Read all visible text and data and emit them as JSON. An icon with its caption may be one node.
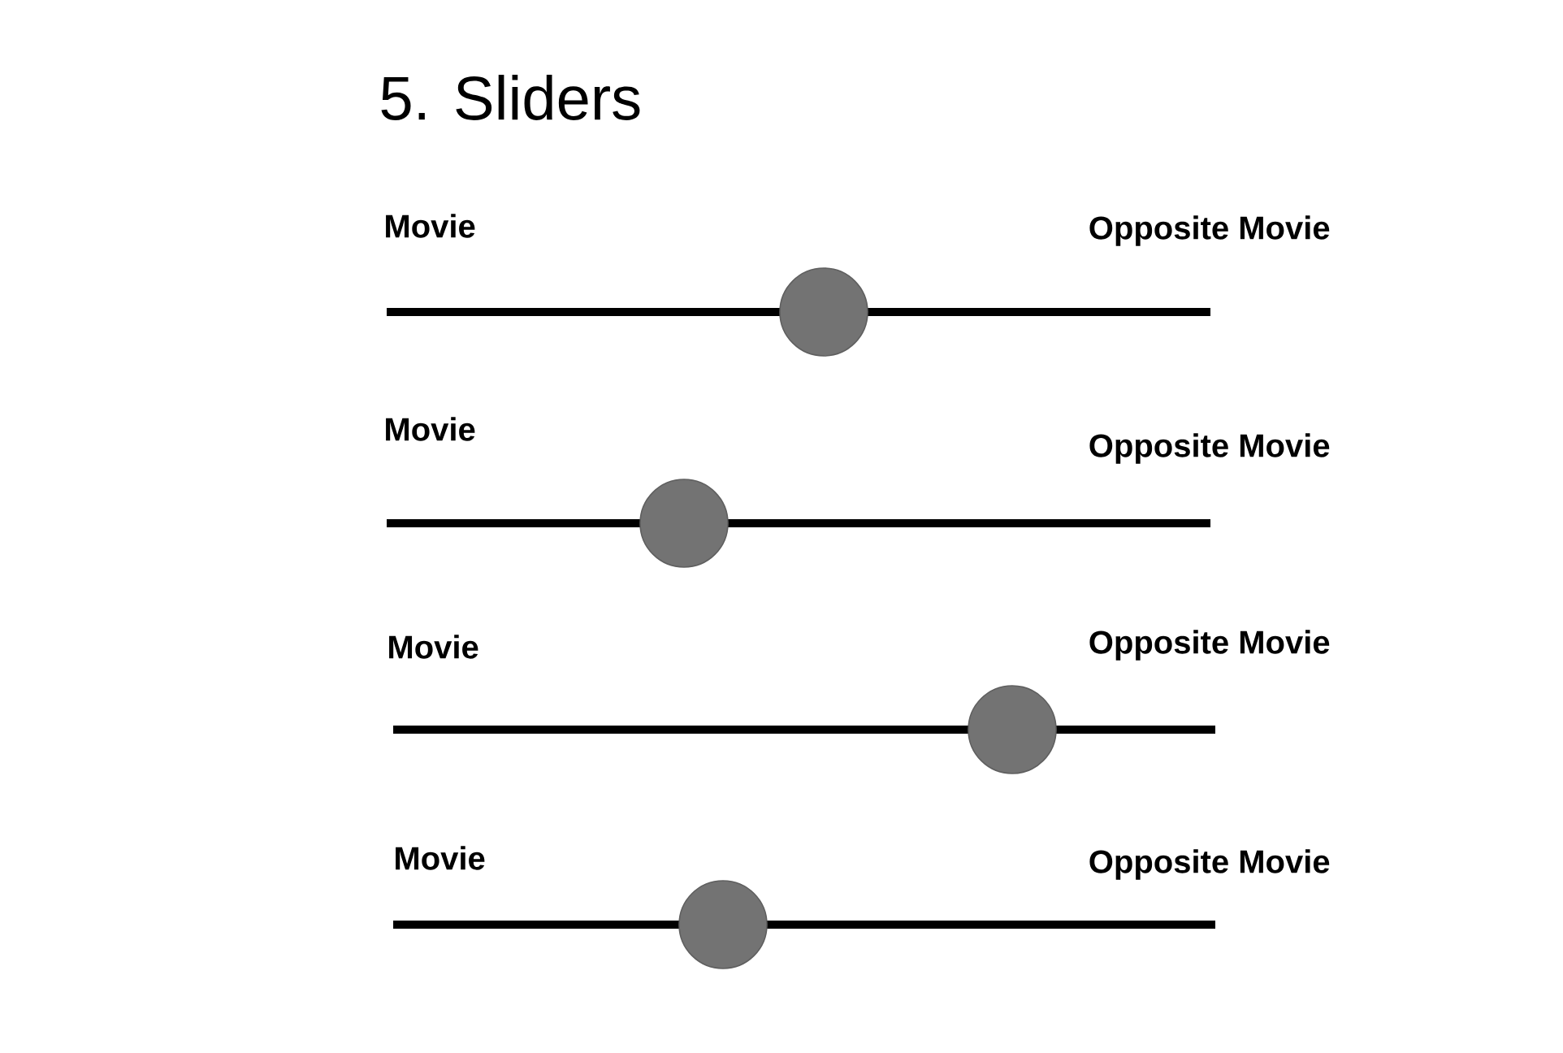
{
  "diagram": {
    "title": "5. Sliders",
    "labels": [
      "Movie",
      "Opposite Movie",
      "Movie",
      "Opposite Movie",
      "Movie",
      "Opposite Movie",
      "Movie",
      "Opposite Movie"
    ]
  }
}
